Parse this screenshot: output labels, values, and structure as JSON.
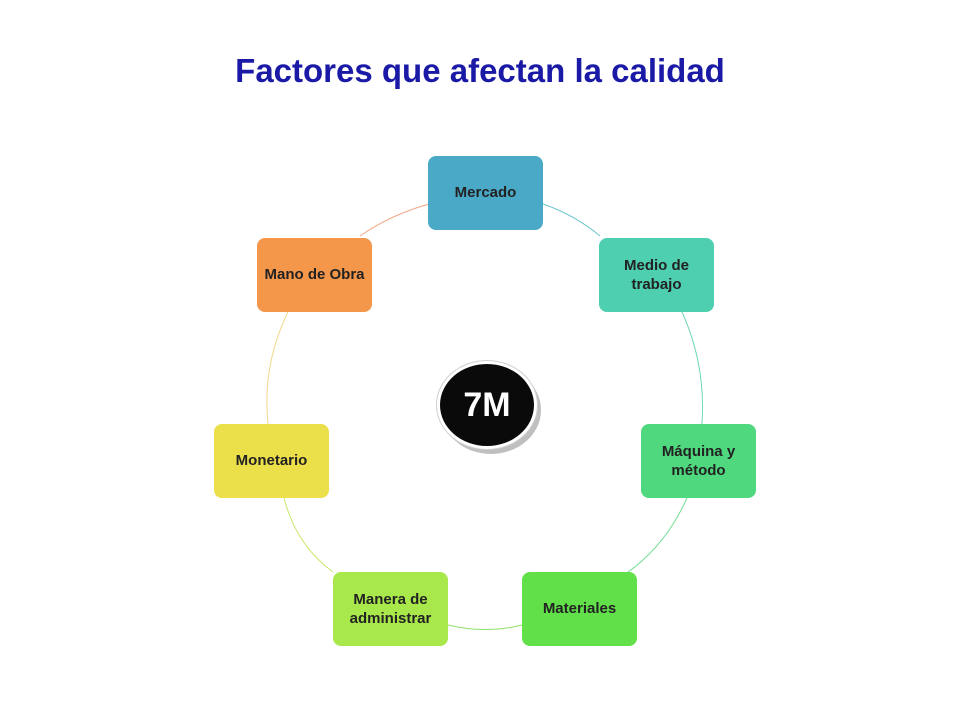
{
  "title": "Factores que afectan la calidad",
  "center": {
    "label": "7M"
  },
  "nodes": [
    {
      "label": "Mercado",
      "color": "#4aa9c6"
    },
    {
      "label": "Medio de trabajo",
      "color": "#4dcfb0"
    },
    {
      "label": "Máquina y método",
      "color": "#4fd87e"
    },
    {
      "label": "Materiales",
      "color": "#62e04a"
    },
    {
      "label": "Manera de administrar",
      "color": "#a9e84a"
    },
    {
      "label": "Monetario",
      "color": "#ece04a"
    },
    {
      "label": "Mano de Obra",
      "color": "#f5974a"
    }
  ]
}
